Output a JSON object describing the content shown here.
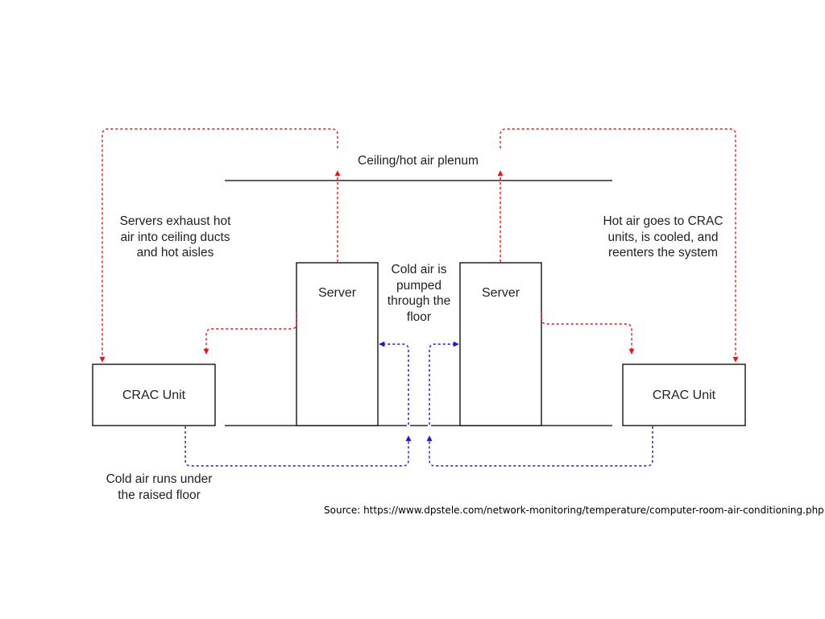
{
  "colors": {
    "hot_air": "#ee1111",
    "cold_air": "#1a1acc",
    "line": "#000000",
    "text": "#222222"
  },
  "labels": {
    "ceiling": "Ceiling/hot air plenum",
    "servers_exhaust": "Servers exhaust hot\nair into ceiling ducts\nand hot aisles",
    "hot_air_crac": "Hot air goes to CRAC\nunits, is cooled, and\nreenters the system",
    "cold_air_pumped": "Cold air is\npumped\nthrough the\nfloor",
    "cold_air_under": "Cold air runs under\nthe raised floor"
  },
  "nodes": {
    "server_left": "Server",
    "server_right": "Server",
    "crac_left": "CRAC Unit",
    "crac_right": "CRAC Unit"
  },
  "source": "Source: https://www.dpstele.com/network-monitoring/temperature/computer-room-air-conditioning.php"
}
